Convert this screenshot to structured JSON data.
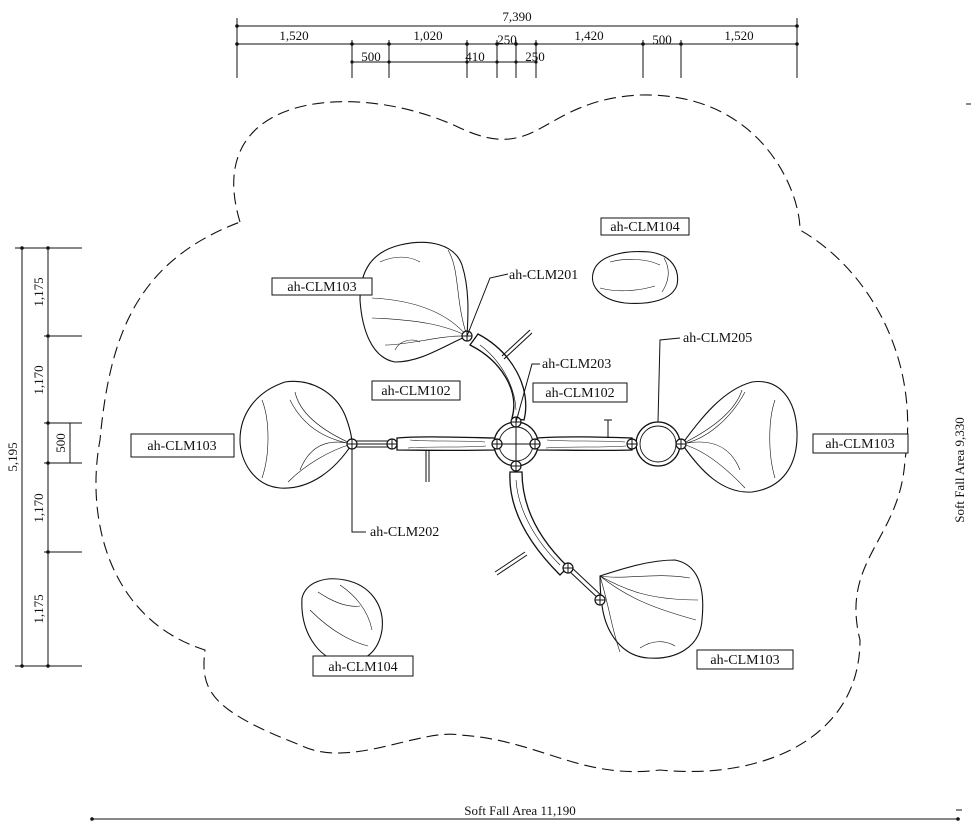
{
  "drawing": {
    "top_dims": {
      "overall": "7,390",
      "upper": [
        "1,520",
        "1,020",
        "250",
        "1,420",
        "500",
        "1,520"
      ],
      "lower": [
        "500",
        "410",
        "250"
      ]
    },
    "left_dims": {
      "overall": "5,195",
      "segments": [
        "1,175",
        "1,170",
        "500",
        "1,170",
        "1,175"
      ]
    },
    "soft_fall_width": "Soft Fall Area 11,190",
    "soft_fall_height": "Soft Fall Area 9,330",
    "callouts": {
      "clm104_top": "ah-CLM104",
      "clm103_topleft": "ah-CLM103",
      "clm201": "ah-CLM201",
      "clm205": "ah-CLM205",
      "clm203": "ah-CLM203",
      "clm102_left": "ah-CLM102",
      "clm102_right": "ah-CLM102",
      "clm103_left": "ah-CLM103",
      "clm103_right": "ah-CLM103",
      "clm202": "ah-CLM202",
      "clm103_bottomright": "ah-CLM103",
      "clm104_bottom": "ah-CLM104"
    }
  }
}
